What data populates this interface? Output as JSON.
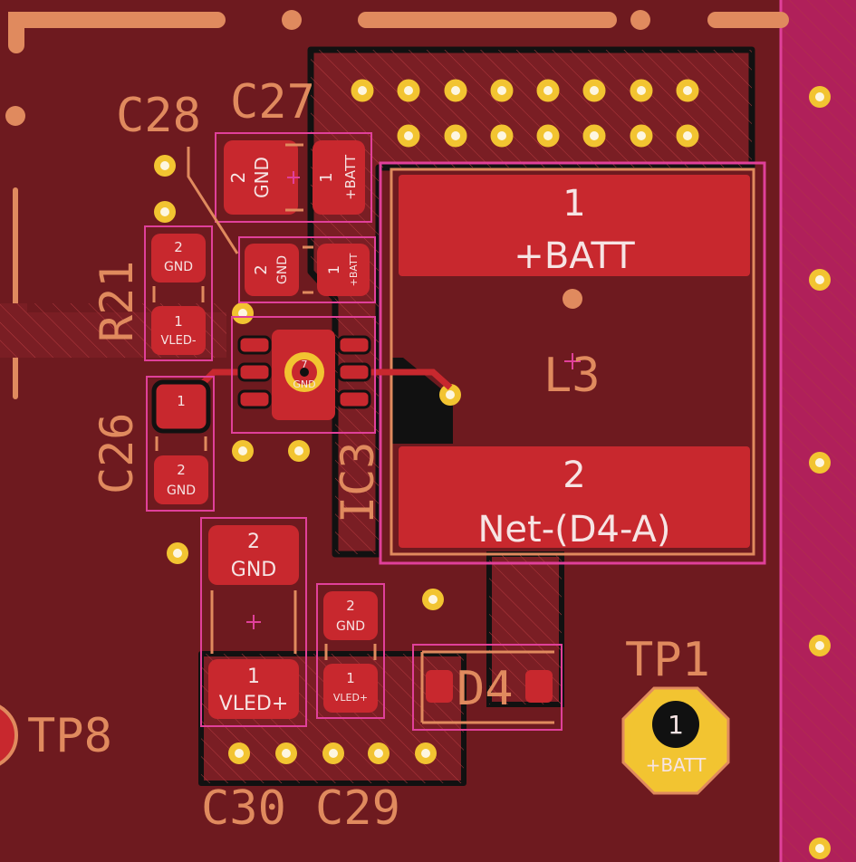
{
  "colors": {
    "board": "#6e1a1f",
    "copper_fill": "#7a1e24",
    "pad": "#c8282e",
    "silkscreen": "#e08a5e",
    "courtyard": "#e0409a",
    "via_ring": "#f2c431",
    "edge_zone": "#b0205a"
  },
  "refdes": {
    "c28": "C28",
    "c27": "C27",
    "r21": "R21",
    "c26": "C26",
    "l3": "L3",
    "ic3": "IC3",
    "d4": "D4",
    "tp1": "TP1",
    "tp8": "TP8",
    "c30": "C30",
    "c29": "C29"
  },
  "pads": {
    "c27_p2_num": "2",
    "c27_p2_net": "GND",
    "c27_p1_num": "1",
    "c27_p1_net": "+BATT",
    "c28_p2_num": "2",
    "c28_p2_net": "GND",
    "c28_p1_num": "1",
    "c28_p1_net": "+BATT",
    "r21_p2_num": "2",
    "r21_p2_net": "GND",
    "r21_p1_num": "1",
    "r21_p1_net": "VLED-",
    "c26_p1_num": "1",
    "c26_p2_num": "2",
    "c26_p2_net": "GND",
    "l3_p1_num": "1",
    "l3_p1_net": "+BATT",
    "l3_p2_num": "2",
    "l3_p2_net": "Net-(D4-A)",
    "ic3_center_num": "7",
    "ic3_center_net": "GND",
    "c30_p2_num": "2",
    "c30_p2_net": "GND",
    "c30_p1_num": "1",
    "c30_p1_net": "VLED+",
    "c29_p2_num": "2",
    "c29_p2_net": "GND",
    "c29_p1_num": "1",
    "c29_p1_net": "VLED+",
    "tp1_num": "1",
    "tp1_net": "+BATT"
  }
}
